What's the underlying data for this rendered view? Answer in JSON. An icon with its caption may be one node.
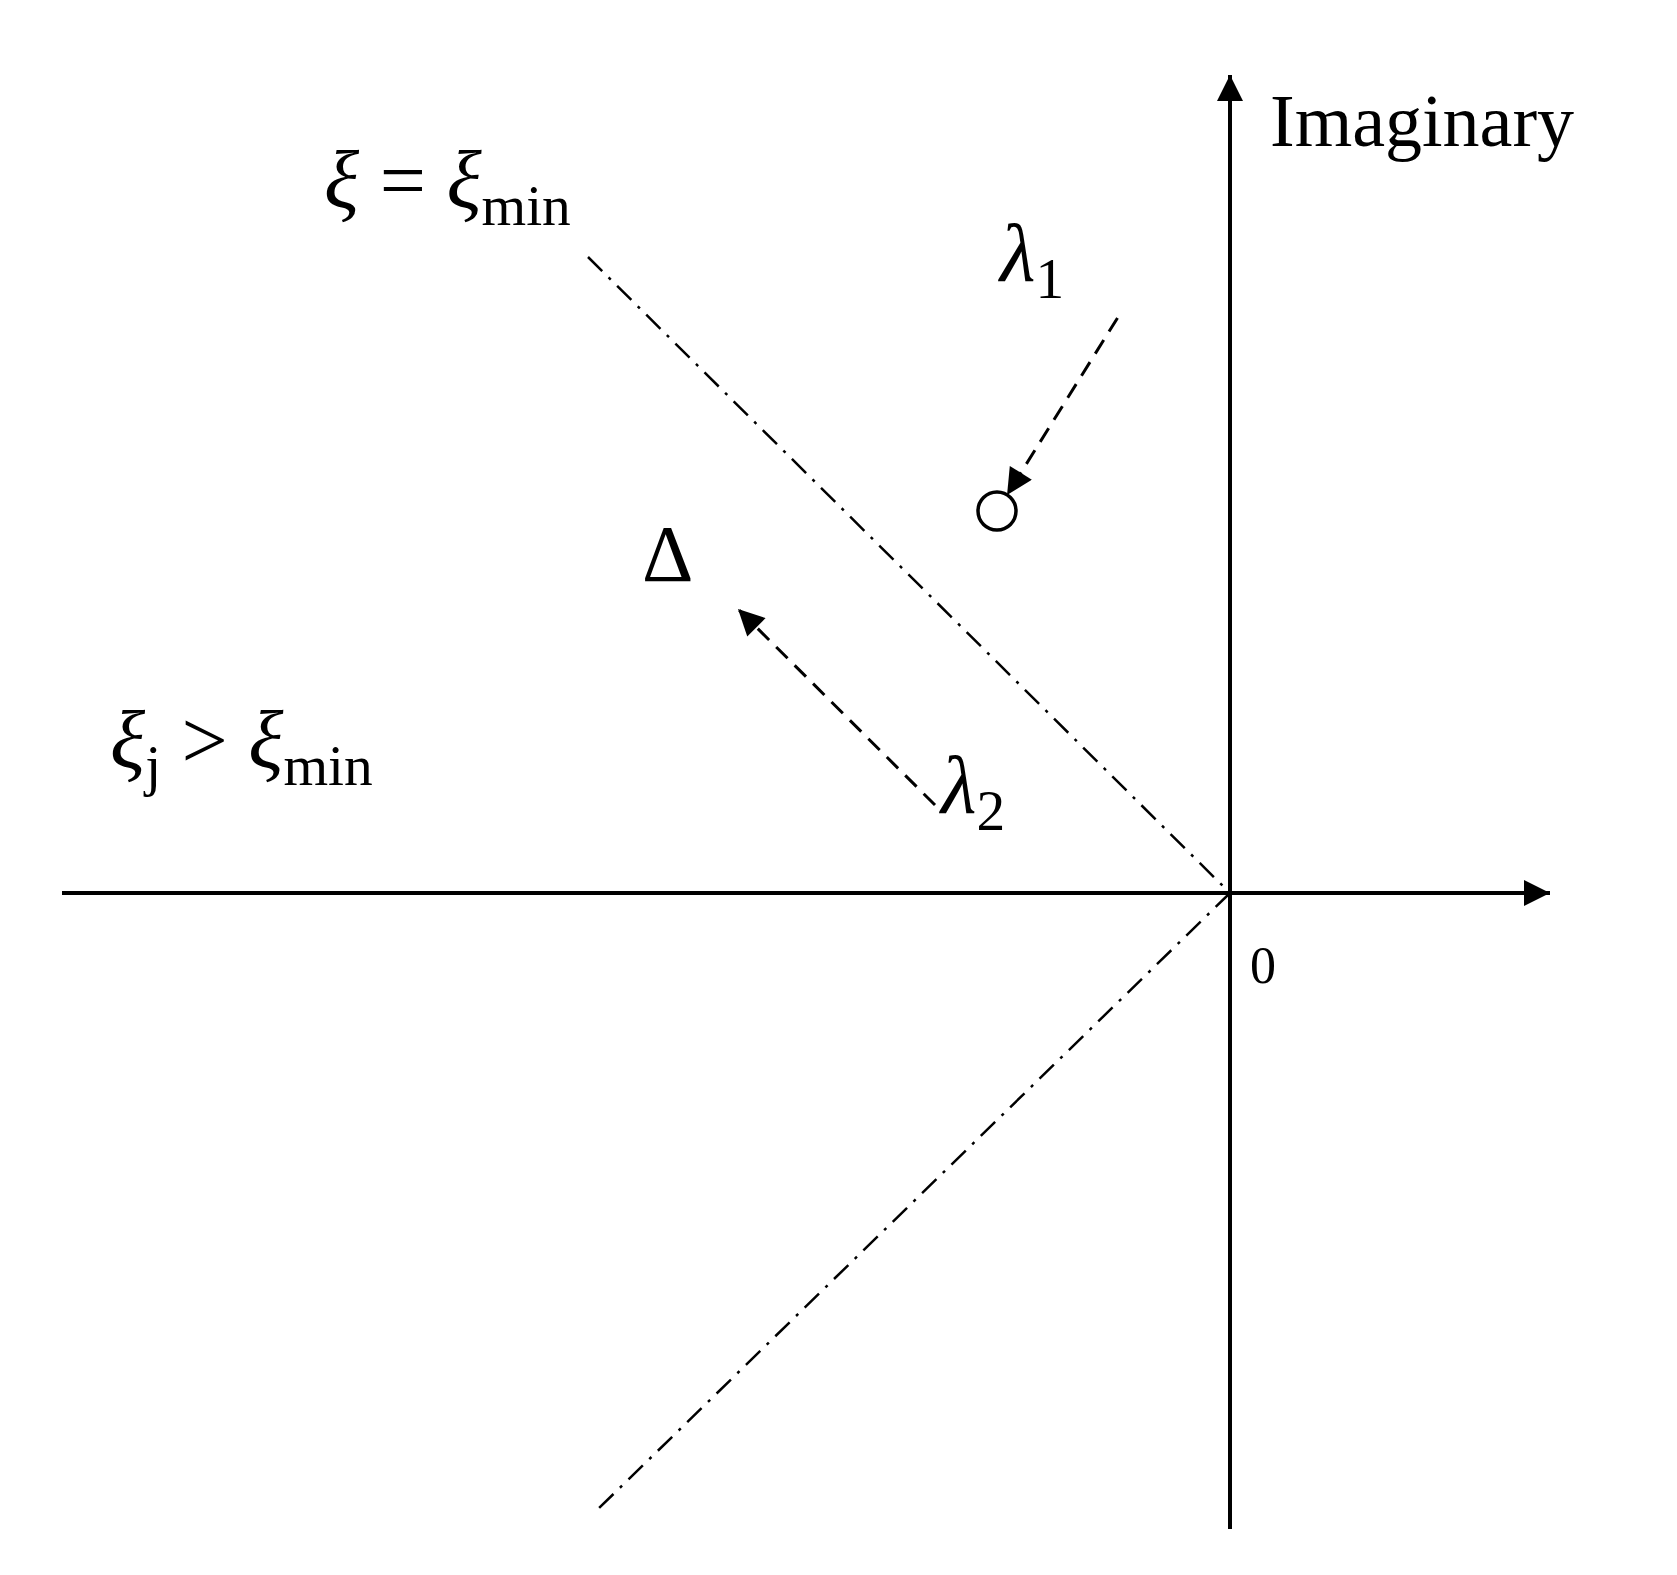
{
  "diagram": {
    "nodes": [
      {
        "text": [
          "*λ*$_{1}$"
        ]
      },
      {
        "text": [],
        "shape": "circle"
      },
      {
        "text": [
          "*λ*$_{2}$"
        ]
      },
      {
        "text": [
          "Δ"
        ]
      }
    ],
    "edges": [
      {
        "from": 0,
        "to": 1,
        "arrow": "to",
        "style": "dashed"
      },
      {
        "from": 2,
        "to": 3,
        "arrow": "to",
        "style": "dashed"
      }
    ],
    "labels": [
      "Imaginary",
      "*ξ* = *ξ*$_{min}$",
      "*ξ*$_{j}$ > *ξ*$_{min}$",
      "0"
    ]
  }
}
